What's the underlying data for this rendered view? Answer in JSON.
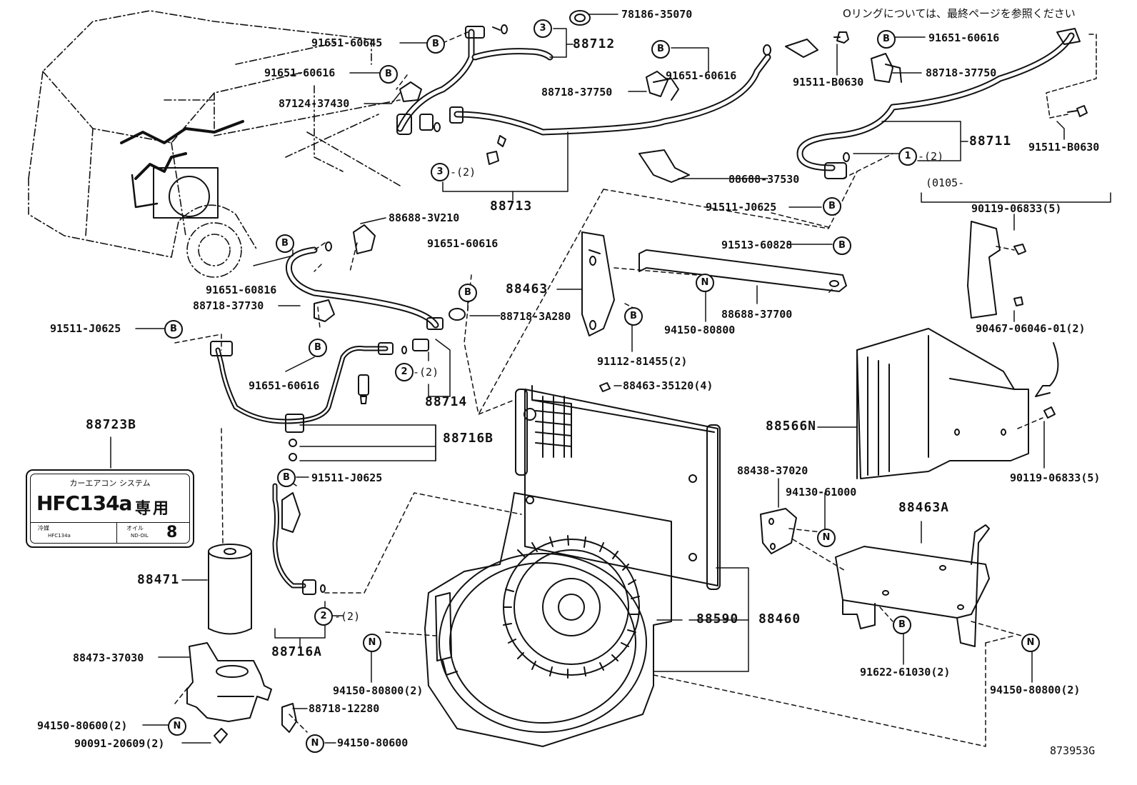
{
  "note_oring": "Oリングについては、最終ページを参照ください",
  "drawing_id": "873953G",
  "range_note": "(0105-",
  "plate": {
    "title": "カーエアコン システム",
    "main": "HFC134a",
    "main_suffix": "専用",
    "refrigerant_label": "冷媒",
    "refrigerant_value": "HFC134a",
    "oil_label": "オイル",
    "oil_value": "ND-OIL",
    "oil_number": "8"
  },
  "badges": {
    "B": "B",
    "N": "N",
    "one": "1",
    "two": "2",
    "three": "3"
  },
  "labels": {
    "p78186_35070": "78186-35070",
    "p91651_60645": "91651-60645",
    "p88712": "88712",
    "p91651_60616_a": "91651-60616",
    "p87124_37430": "87124-37430",
    "p91651_60616_b": "91651-60616",
    "p88718_37750_a": "88718-37750",
    "p3_2": "-(2)",
    "p88713": "88713",
    "p91651_60616_c": "91651-60616",
    "p91511_B0630_a": "91511-B0630",
    "p88718_37750_b": "88718-37750",
    "p88711": "88711",
    "p1_2": "-(2)",
    "p91511_B0630_b": "91511-B0630",
    "p88688_37530": "88688-37530",
    "p91511_J0625_a": "91511-J0625",
    "p88688_3V210": "88688-3V210",
    "p91651_60816": "91651-60816",
    "p88718_37730": "88718-37730",
    "p91651_60616_d": "91651-60616",
    "p88718_3A280": "88718-3A280",
    "p91511_J0625_b": "91511-J0625",
    "p91651_60616_e": "91651-60616",
    "p2_2_a": "-(2)",
    "p88714": "88714",
    "p88716B": "88716B",
    "p88463": "88463",
    "p91513_60828": "91513-60828",
    "p94150_80800_a": "94150-80800",
    "p88688_37700": "88688-37700",
    "p91112_81455": "91112-81455(2)",
    "p90119_06833_a": "90119-06833(5)",
    "p90467_06046": "90467-06046-01(2)",
    "p88463_35120": "88463-35120(4)",
    "p88566N": "88566N",
    "p90119_06833_b": "90119-06833(5)",
    "p88723B": "88723B",
    "p91511_J0625_c": "91511-J0625",
    "p88471": "88471",
    "p2_2_b": "-(2)",
    "p88716A": "88716A",
    "p88473_37030": "88473-37030",
    "p94150_80600_a": "94150-80600(2)",
    "p88718_12280": "88718-12280",
    "p90091_20609": "90091-20609(2)",
    "p94150_80600_b": "94150-80600",
    "p94150_80800_b": "94150-80800(2)",
    "p88438_37020": "88438-37020",
    "p94130_61000": "94130-61000",
    "p88463A": "88463A",
    "p88590": "88590",
    "p88460": "88460",
    "p91622_61030": "91622-61030(2)",
    "p94150_80800_c": "94150-80800(2)"
  }
}
